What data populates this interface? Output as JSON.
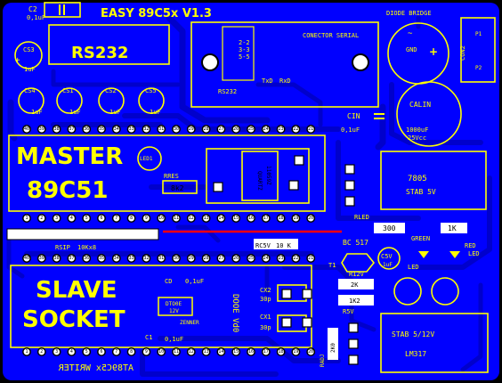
{
  "colors": {
    "board": "#0000ff",
    "copper_dark": "#0000cc",
    "silkscreen": "#ffff00",
    "pad": "#ffffff",
    "jumper": "#ff0000",
    "background": "#000000"
  },
  "board": {
    "title": "EASY 89C5x V1.3",
    "bottom_text_mirrored": "AT89C5x WRITER",
    "code_vertical": "DOOE Vd0"
  },
  "components": {
    "c2": {
      "ref": "C2",
      "value": "0,1uF"
    },
    "rs232_label": "RS232",
    "cs3": {
      "ref": "CS3",
      "value": "1uF"
    },
    "cs4": {
      "ref": "CS4",
      "value": "1uF"
    },
    "cs1": {
      "ref": "CS1",
      "value": "1uF"
    },
    "cs2": {
      "ref": "CS2",
      "value": "1uF"
    },
    "cs5": {
      "ref": "CS5",
      "value": "1uF"
    },
    "connector": {
      "title": "CONECTOR SERIAL",
      "chip": "RS232",
      "pins": [
        "2-2",
        "3-3",
        "5-5"
      ],
      "txd": "TxD",
      "rxd": "RxD"
    },
    "diode_bridge": {
      "title": "DIODE BRIDGE",
      "gnd": "GND"
    },
    "con2": {
      "ref": "CON2",
      "p1": "P1",
      "p2": "P2"
    },
    "calin": {
      "ref": "CALIN",
      "value": "1000uF",
      "volt": "25Vcc"
    },
    "cin": {
      "ref": "CIN",
      "value": "0,1uF"
    },
    "master": {
      "line1": "MASTER",
      "line2": "89C51"
    },
    "led1": {
      "ref": "LED1"
    },
    "rres": {
      "ref": "RRES",
      "value": "8k2"
    },
    "quartz": {
      "label": "QUARTZ",
      "value": "11059Z"
    },
    "reg7805": {
      "name": "7805",
      "desc": "STAB 5V"
    },
    "rsip": {
      "ref": "RSIP",
      "value": "10Kx8"
    },
    "rled": {
      "ref": "RLED",
      "value": "300"
    },
    "rbk": {
      "value": "1K"
    },
    "rc5v": {
      "ref": "RC5V",
      "value": "10 K"
    },
    "bc517": {
      "ref": "BC 517",
      "t1": "T1"
    },
    "green_led": {
      "label": "GREEN",
      "sub": "LED"
    },
    "red_led": {
      "label": "RED",
      "sub": "LED"
    },
    "c5v": {
      "ref": "C5V",
      "value": "1uF"
    },
    "r12v": {
      "ref": "R12V",
      "value": "2K"
    },
    "r5v": {
      "ref": "R5V",
      "value": "1K2"
    },
    "slave": {
      "line1": "SLAVE",
      "line2": "SOCKET"
    },
    "cd": {
      "ref": "CD",
      "value": "0,1uF"
    },
    "zener": {
      "ref": "DTO0E",
      "value": "12V",
      "label": "ZENNER"
    },
    "c1": {
      "ref": "C1",
      "value": "0,1uF"
    },
    "cx2": {
      "ref": "CX2",
      "value": "30p"
    },
    "cx1": {
      "ref": "CX1",
      "value": "30p"
    },
    "lm317": {
      "desc": "STAB 5/12V",
      "name": "LM317"
    },
    "radj": {
      "ref": "RADJ",
      "value": "2K0"
    }
  },
  "pins": {
    "master": [
      "1",
      "2",
      "3",
      "4",
      "5",
      "6",
      "7",
      "8",
      "9",
      "10",
      "11",
      "12",
      "13",
      "14",
      "15",
      "16",
      "17",
      "18",
      "19",
      "20",
      "21",
      "22",
      "23",
      "24",
      "25",
      "26",
      "27",
      "28",
      "29",
      "30",
      "31",
      "32",
      "33",
      "34",
      "35",
      "36",
      "37",
      "38",
      "39",
      "40"
    ],
    "slave": [
      "1",
      "2",
      "3",
      "4",
      "5",
      "6",
      "7",
      "8",
      "9",
      "10",
      "11",
      "12",
      "13",
      "14",
      "15",
      "16",
      "17",
      "18",
      "19",
      "20",
      "21",
      "22",
      "23",
      "24",
      "25",
      "26",
      "27",
      "28",
      "29",
      "30",
      "31",
      "32",
      "33",
      "34",
      "35",
      "36",
      "37",
      "38",
      "39",
      "40"
    ]
  }
}
